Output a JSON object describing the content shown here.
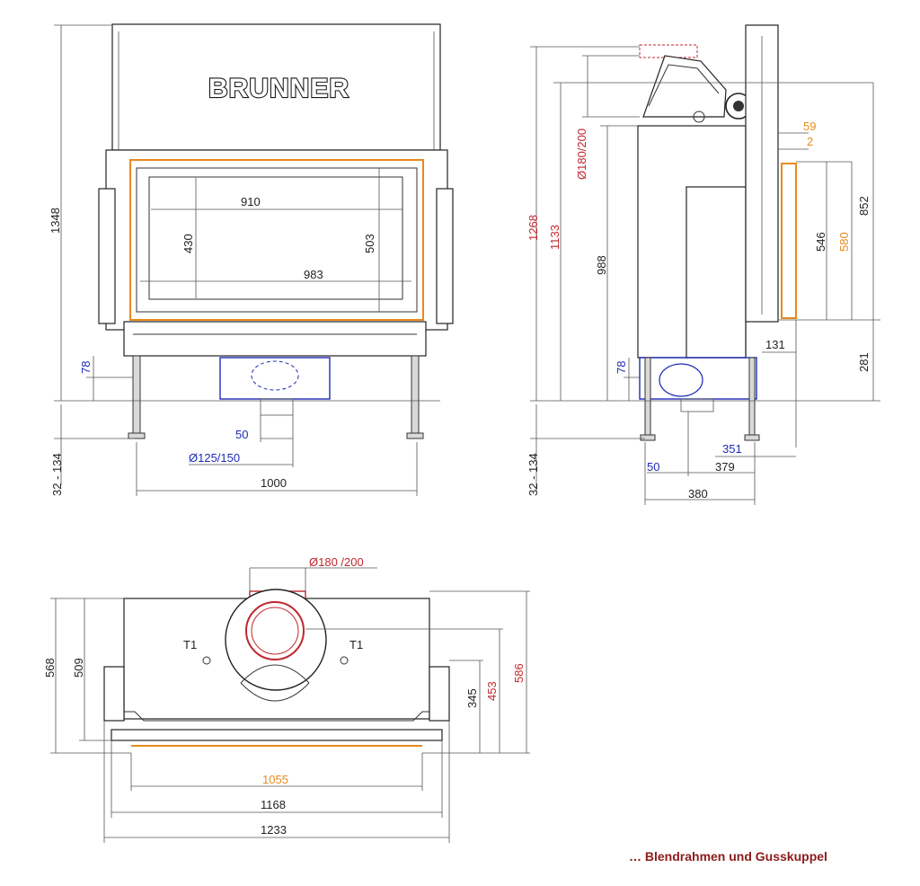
{
  "brand_logo": "BRUNNER",
  "caption": "… Blendrahmen und Gusskuppel",
  "front_view": {
    "height_total": "1348",
    "width_inner": "910",
    "height_inner": "430",
    "height_opening": "503",
    "width_opening": "983",
    "width_total": "1000",
    "foot_height": "78",
    "leg_range": "32 - 134",
    "flue_offset": "50",
    "air_duct": "Ø125/150"
  },
  "side_view": {
    "height_1268": "1268",
    "height_1133": "1133",
    "flue_diameter": "Ø180/200",
    "height_988": "988",
    "foot_height": "78",
    "leg_range": "32 - 134",
    "frame_59": "59",
    "frame_2": "2",
    "height_852": "852",
    "height_546": "546",
    "height_580": "580",
    "depth_131": "131",
    "height_281": "281",
    "depth_351": "351",
    "offset_50": "50",
    "depth_379": "379",
    "depth_380": "380"
  },
  "top_view": {
    "flue_diameter": "Ø180 /200",
    "sensor_left": "T1",
    "sensor_right": "T1",
    "depth_568": "568",
    "depth_509": "509",
    "depth_345": "345",
    "depth_453": "453",
    "depth_586": "586",
    "width_1055": "1055",
    "width_1168": "1168",
    "width_1233": "1233"
  }
}
